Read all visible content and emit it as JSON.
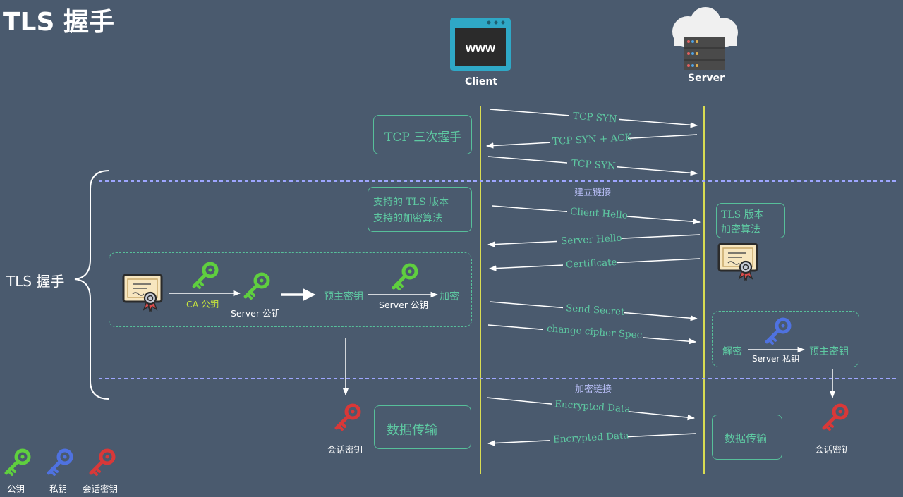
{
  "title": "TLS 握手",
  "participants": {
    "client": "Client",
    "server": "Server",
    "client_icon_text": "www"
  },
  "phases": {
    "connect": "建立链接",
    "encrypt": "加密链接"
  },
  "brace_label": "TLS 握手",
  "messages": {
    "tcp_syn_1": "TCP SYN",
    "tcp_syn_ack": "TCP SYN + ACK",
    "tcp_syn_2": "TCP SYN",
    "client_hello": "Client Hello",
    "server_hello": "Server Hello",
    "certificate": "Certificate",
    "send_secret": "Send Secret",
    "change_cipher": "change cipher Spec",
    "enc_data_1": "Encrypted Data",
    "enc_data_2": "Encrypted Data"
  },
  "boxes": {
    "tcp": "TCP 三次握手",
    "client_support_1": "支持的 TLS 版本",
    "client_support_2": "支持的加密算法",
    "server_choice_1": "TLS 版本",
    "server_choice_2": "加密算法",
    "data_client": "数据传输",
    "data_server": "数据传输"
  },
  "client_flow": {
    "ca_key": "CA 公钥",
    "server_key": "Server 公钥",
    "premaster": "预主密钥",
    "server_key_2": "Server 公钥",
    "encrypt": "加密"
  },
  "server_flow": {
    "decrypt": "解密",
    "private_key": "Server 私钥",
    "premaster": "预主密钥"
  },
  "session_key_client": "会话密钥",
  "session_key_server": "会话密钥",
  "legend": {
    "public": "公钥",
    "private": "私钥",
    "session": "会话密钥"
  },
  "colors": {
    "background": "#4a5a6e",
    "public_key": "#5fcf3f",
    "private_key": "#4f72e0",
    "session_key": "#d93838",
    "lifeline": "#d9dc52",
    "accent": "#5ec9a2",
    "divider": "#9ea6ff"
  }
}
